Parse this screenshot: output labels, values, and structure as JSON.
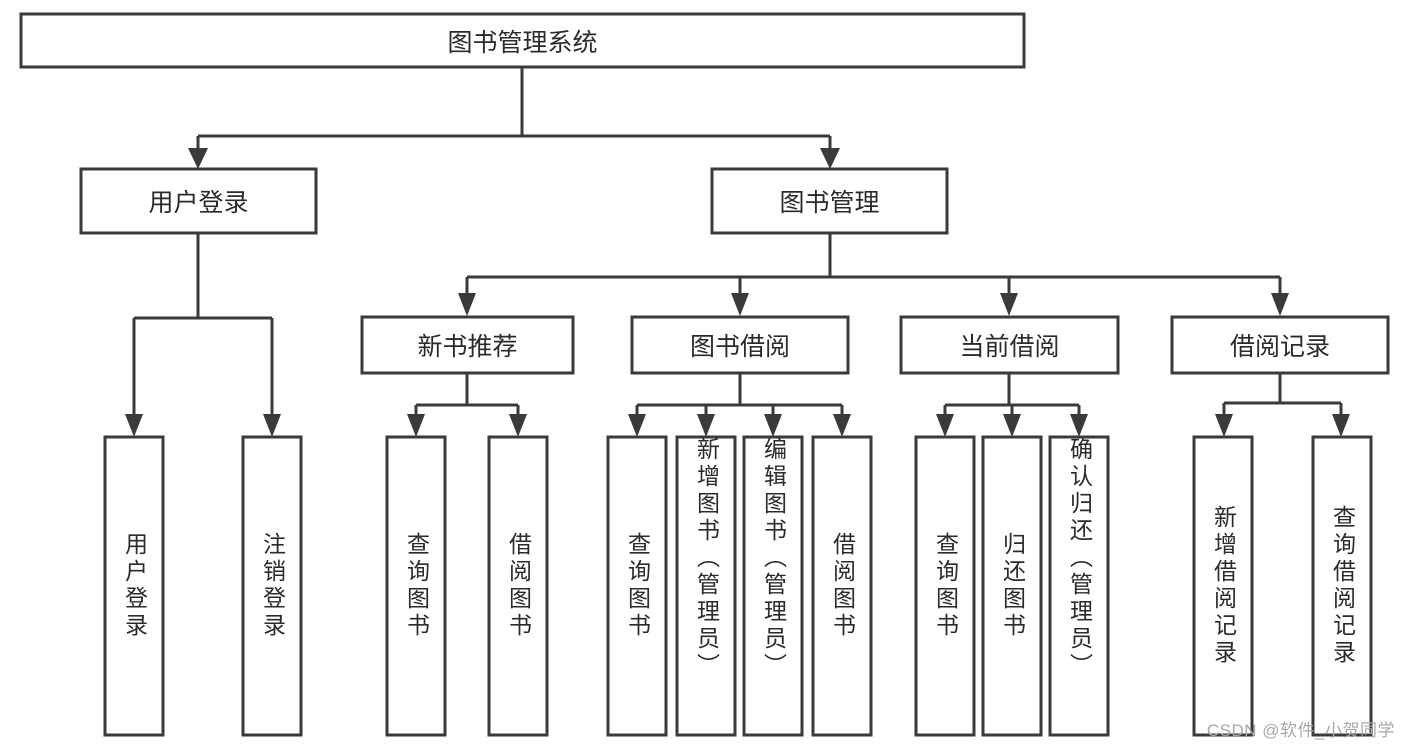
{
  "diagram": {
    "type": "tree-hierarchy-flowchart",
    "title": "图书管理系统",
    "orientation": "top-down",
    "theme": {
      "background": "#ffffff",
      "box_fill": "#ffffff",
      "box_stroke": "#3a3a3a",
      "connector_stroke": "#3a3a3a",
      "text_color": "#2b2b2b",
      "watermark_color": "#a8a8a8"
    },
    "levels": [
      {
        "level": 1,
        "nodes": [
          {
            "id": "root",
            "label": "图书管理系统",
            "orientation": "horizontal"
          }
        ]
      },
      {
        "level": 2,
        "nodes": [
          {
            "id": "login",
            "label": "用户登录",
            "orientation": "horizontal",
            "parent": "root"
          },
          {
            "id": "bookmgmt",
            "label": "图书管理",
            "orientation": "horizontal",
            "parent": "root"
          }
        ]
      },
      {
        "level": 3,
        "nodes": [
          {
            "id": "newbook",
            "label": "新书推荐",
            "orientation": "horizontal",
            "parent": "bookmgmt"
          },
          {
            "id": "borrow",
            "label": "图书借阅",
            "orientation": "horizontal",
            "parent": "bookmgmt"
          },
          {
            "id": "current",
            "label": "当前借阅",
            "orientation": "horizontal",
            "parent": "bookmgmt"
          },
          {
            "id": "records",
            "label": "借阅记录",
            "orientation": "horizontal",
            "parent": "bookmgmt"
          }
        ]
      },
      {
        "level": 4,
        "nodes": [
          {
            "id": "leaf1",
            "label": "用户登录",
            "orientation": "vertical",
            "parent": "login"
          },
          {
            "id": "leaf2",
            "label": "注销登录",
            "orientation": "vertical",
            "parent": "login"
          },
          {
            "id": "leaf3",
            "label": "查询图书",
            "orientation": "vertical",
            "parent": "newbook"
          },
          {
            "id": "leaf4",
            "label": "借阅图书",
            "orientation": "vertical",
            "parent": "newbook"
          },
          {
            "id": "leaf5",
            "label": "查询图书",
            "orientation": "vertical",
            "parent": "borrow"
          },
          {
            "id": "leaf6",
            "label": "新增图书（管理员）",
            "orientation": "vertical",
            "parent": "borrow"
          },
          {
            "id": "leaf7",
            "label": "编辑图书（管理员）",
            "orientation": "vertical",
            "parent": "borrow"
          },
          {
            "id": "leaf8",
            "label": "借阅图书",
            "orientation": "vertical",
            "parent": "borrow"
          },
          {
            "id": "leaf9",
            "label": "查询图书",
            "orientation": "vertical",
            "parent": "current"
          },
          {
            "id": "leaf10",
            "label": "归还图书",
            "orientation": "vertical",
            "parent": "current"
          },
          {
            "id": "leaf11",
            "label": "确认归还（管理员）",
            "orientation": "vertical",
            "parent": "current"
          },
          {
            "id": "leaf12",
            "label": "新增借阅记录",
            "orientation": "vertical",
            "parent": "records"
          },
          {
            "id": "leaf13",
            "label": "查询借阅记录",
            "orientation": "vertical",
            "parent": "records"
          }
        ]
      }
    ]
  },
  "watermark": {
    "text": "CSDN @软件_小贺同学"
  }
}
